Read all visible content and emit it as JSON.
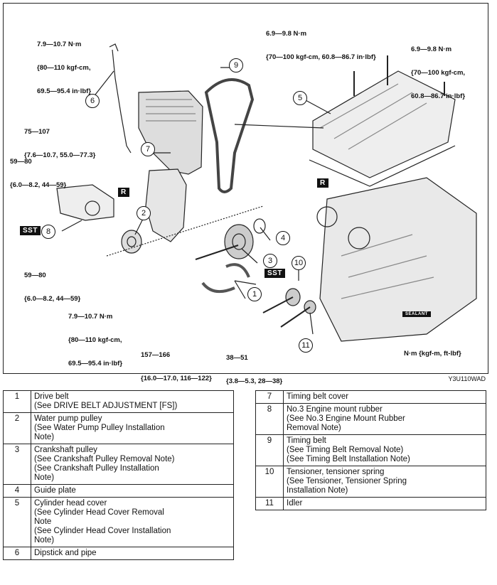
{
  "figure": {
    "code": "Y3U110WAD",
    "unit_note": "N·m {kgf-m, ft-lbf}",
    "torques": {
      "t_top_left": [
        "7.9—10.7 N·m",
        "{80—110 kgf-cm,",
        "69.5—95.4 in·lbf}"
      ],
      "t_top_mid": [
        "6.9—9.8 N·m",
        "{70—100 kgf-cm, 60.8—86.7 in·lbf}"
      ],
      "t_top_right": [
        "6.9—9.8 N·m",
        "{70—100 kgf-cm,",
        "60.8—86.7 in·lbf}"
      ],
      "t_75": [
        "75—107",
        "{7.6—10.7, 55.0—77.3}"
      ],
      "t_59a": [
        "59—80",
        "{6.0—8.2, 44—59}"
      ],
      "t_59b": [
        "59—80",
        "{6.0—8.2, 44—59}"
      ],
      "t_bottom_left": [
        "7.9—10.7 N·m",
        "{80—110 kgf-cm,",
        "69.5—95.4 in·lbf}"
      ],
      "t_157": [
        "157—166",
        "{16.0—17.0, 116—122}"
      ],
      "t_38": [
        "38—51",
        "{3.8—5.3, 28—38}"
      ]
    },
    "tags": {
      "sst": "SST",
      "r": "R",
      "sealant": "SEALANT"
    },
    "callouts": [
      "1",
      "2",
      "3",
      "4",
      "5",
      "6",
      "7",
      "8",
      "9",
      "10",
      "11"
    ]
  },
  "parts_left": [
    {
      "no": "1",
      "lines": [
        "Drive belt",
        "(See DRIVE BELT ADJUSTMENT [FS])"
      ]
    },
    {
      "no": "2",
      "lines": [
        "Water pump pulley",
        "(See Water Pump Pulley Installation",
        "Note)"
      ]
    },
    {
      "no": "3",
      "lines": [
        "Crankshaft pulley",
        "(See Crankshaft Pulley Removal Note)",
        "(See Crankshaft Pulley Installation",
        "Note)"
      ]
    },
    {
      "no": "4",
      "lines": [
        "Guide plate"
      ]
    },
    {
      "no": "5",
      "lines": [
        "Cylinder head cover",
        "(See Cylinder Head Cover Removal",
        "Note",
        "(See Cylinder Head Cover Installation",
        "Note)"
      ]
    },
    {
      "no": "6",
      "lines": [
        "Dipstick and pipe"
      ]
    }
  ],
  "parts_right": [
    {
      "no": "7",
      "lines": [
        "Timing belt cover"
      ]
    },
    {
      "no": "8",
      "lines": [
        "No.3 Engine mount rubber",
        "(See No.3 Engine Mount Rubber",
        "Removal Note)"
      ]
    },
    {
      "no": "9",
      "lines": [
        "Timing belt",
        "(See Timing Belt Removal Note)",
        "(See Timing Belt Installation Note)"
      ]
    },
    {
      "no": "10",
      "lines": [
        "Tensioner, tensioner spring",
        "(See Tensioner, Tensioner Spring",
        "Installation Note)"
      ]
    },
    {
      "no": "11",
      "lines": [
        "Idler"
      ]
    }
  ]
}
